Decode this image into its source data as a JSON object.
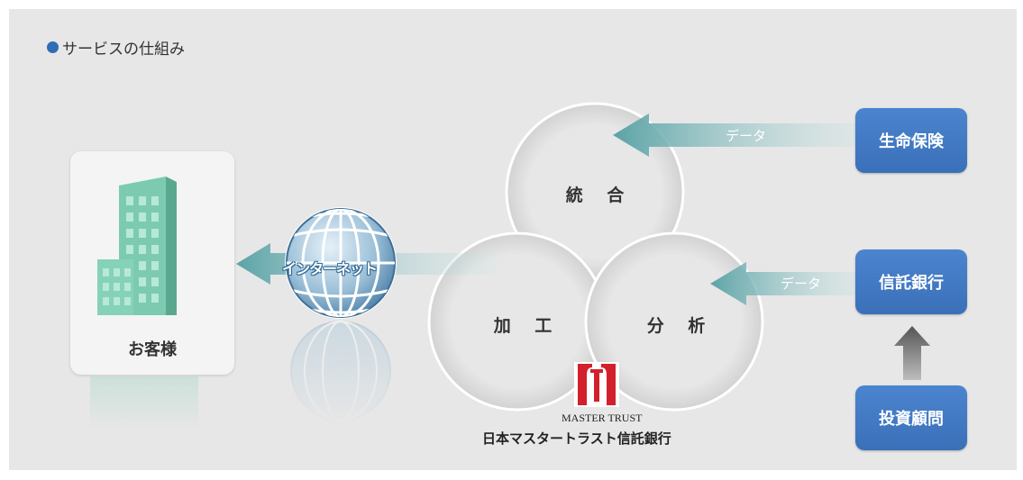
{
  "title": "サービスの仕組み",
  "customer": {
    "label": "お客様"
  },
  "internet": {
    "label": "インターネット"
  },
  "circles": {
    "integrate": "統 合",
    "process": "加 工",
    "analyze": "分 析"
  },
  "sources": {
    "life_insurance": "生命保険",
    "trust_bank": "信託銀行",
    "advisor": "投資顧問"
  },
  "flows": {
    "data_top": "データ",
    "data_middle": "データ"
  },
  "logo": {
    "english": "MASTER TRUST",
    "japanese": "日本マスタートラスト信託銀行"
  },
  "colors": {
    "accent_blue": "#4a82cc",
    "arrow_teal": "#6fb0b2",
    "building": "#7ccbb0",
    "logo_red": "#d3202d"
  }
}
